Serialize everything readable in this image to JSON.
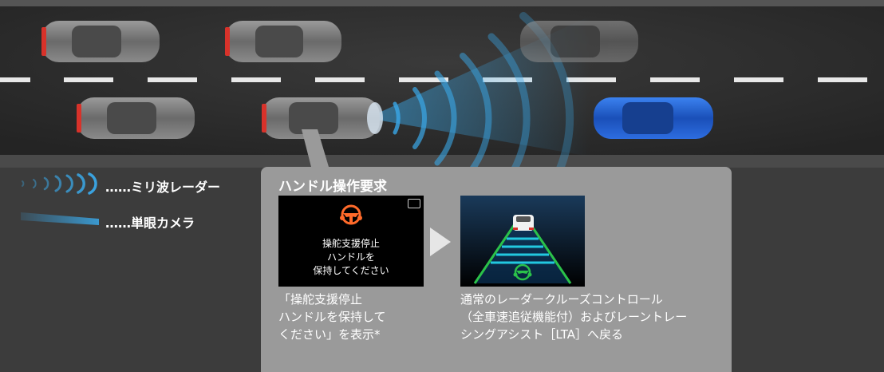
{
  "legend": {
    "radar": {
      "label": "……ミリ波レーダー"
    },
    "camera": {
      "label": "……単眼カメラ"
    }
  },
  "panel": {
    "title": "ハンドル操作要求",
    "screen_message": [
      "操舵支援停止",
      "ハンドルを",
      "保持してください"
    ],
    "caption_left": [
      "「操舵支援停止",
      "ハンドルを保持して",
      "ください」を表示*"
    ],
    "caption_right": [
      "通常のレーダークルーズコントロール",
      "（全車速追従機能付）およびレーントレー",
      "シングアシスト［LTA］へ戻る"
    ]
  },
  "colors": {
    "road": "#2f2f2f",
    "road_shoulder": "#4a4a4a",
    "panel": "#9a9a9a",
    "radar_wave": "#3aa8e8",
    "ego_car": "#8a8a8a",
    "target_car": "#1f5fd0",
    "wheel_warning": "#ff6a2a",
    "wheel_ok": "#2bc24a",
    "lane_line": "#22c8e0"
  },
  "icons": {
    "steering_wheel": "steering-wheel-icon",
    "return": "return-icon"
  }
}
